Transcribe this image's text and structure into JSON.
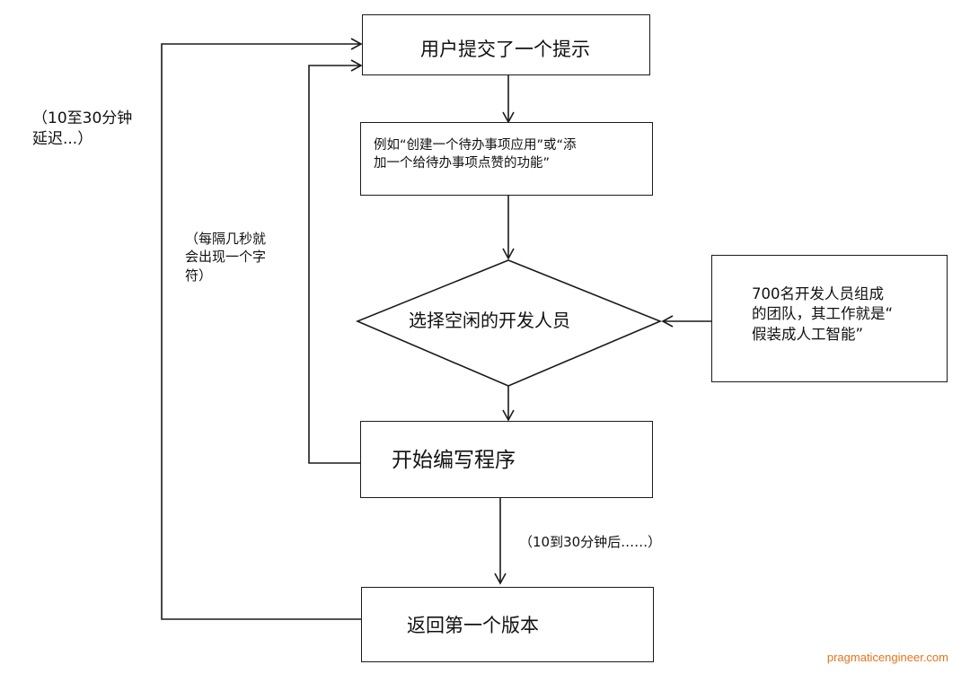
{
  "nodes": {
    "prompt": "用户提交了一个提示",
    "example": "例如“创建一个待办事项应用”或“添\n加一个给待办事项点赞的功能”",
    "select_dev": "选择空闲的开发人员",
    "team": "700名开发人员组成\n的团队，其工作就是“\n假装成人工智能”",
    "start_coding": "开始编写程序",
    "return_first": "返回第一个版本"
  },
  "annotations": {
    "left_delay": "（10至30分钟\n延迟...）",
    "char_every_few_seconds": "（每隔几秒就\n会出现一个字\n符）",
    "after_10_30": "（10到30分钟后……）"
  },
  "watermark": "pragmaticengineer.com",
  "colors": {
    "stroke": "#1a1a1a",
    "watermark": "#e8731c"
  }
}
